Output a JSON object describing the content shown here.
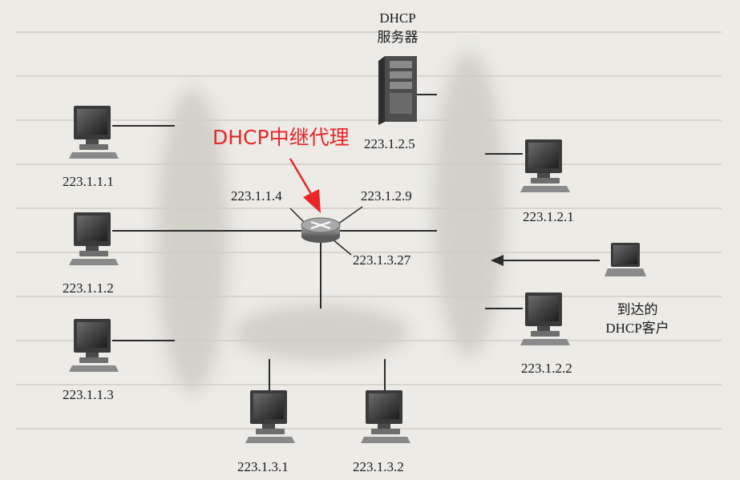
{
  "server": {
    "line1": "DHCP",
    "line2": "服务器",
    "icon": "server-tower-icon"
  },
  "relay": {
    "title": "DHCP中继代理",
    "icon": "router-icon",
    "arrow_color": "#e8262a"
  },
  "router_interfaces": {
    "left": "223.1.1.4",
    "right": "223.1.2.9",
    "bottom": "223.1.3.27"
  },
  "server_address": "223.1.2.5",
  "hosts": {
    "h111": "223.1.1.1",
    "h112": "223.1.1.2",
    "h113": "223.1.1.3",
    "h121": "223.1.2.1",
    "h122": "223.1.2.2",
    "h131": "223.1.3.1",
    "h132": "223.1.3.2"
  },
  "arriving_client": {
    "line1": "到达的",
    "line2": "DHCP客户",
    "icon": "laptop-icon"
  },
  "colors": {
    "subnet_blob": "#cfcdc6",
    "link": "#2b2b2b",
    "annotation": "#e8262a"
  }
}
